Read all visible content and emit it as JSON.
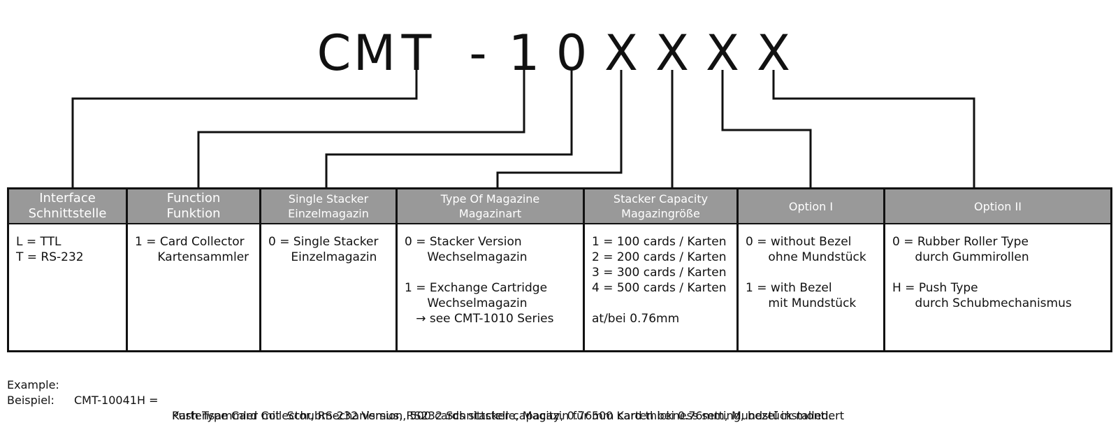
{
  "code": {
    "chars": [
      "C",
      "M",
      "T",
      "-",
      "1",
      "0",
      "X",
      "X",
      "X",
      "X"
    ]
  },
  "columns": [
    {
      "head": [
        "Interface",
        "Schnittstelle"
      ],
      "lines": [
        "L = TTL",
        "T = RS-232"
      ]
    },
    {
      "head": [
        "Function",
        "Funktion"
      ],
      "lines": [
        "1 = Card Collector",
        "      Kartensammler"
      ]
    },
    {
      "head": [
        "Single Stacker",
        "Einzelmagazin"
      ],
      "lines": [
        "0 = Single Stacker",
        "      Einzelmagazin"
      ]
    },
    {
      "head": [
        "Type Of Magazine",
        "Magazinart"
      ],
      "lines": [
        "0 = Stacker Version",
        "      Wechselmagazin",
        "",
        "1 = Exchange Cartridge",
        "      Wechselmagazin",
        "   → see CMT-1010 Series"
      ]
    },
    {
      "head": [
        "Stacker Capacity",
        "Magazingröße"
      ],
      "lines": [
        "1 = 100 cards / Karten",
        "2 = 200 cards / Karten",
        "3 = 300 cards / Karten",
        "4 = 500 cards / Karten",
        "",
        "at/bei 0.76mm"
      ]
    },
    {
      "head": [
        "Option I"
      ],
      "lines": [
        "0 = without Bezel",
        "      ohne Mundstück",
        "",
        "1 = with Bezel",
        "      mit Mundstück"
      ]
    },
    {
      "head": [
        "Option II"
      ],
      "lines": [
        "0 = Rubber Roller Type",
        "      durch Gummirollen",
        "",
        "H = Push Type",
        "      durch Schubmechanismus"
      ]
    }
  ],
  "example": {
    "label_en": "Example:",
    "code": "CMT-10041H =",
    "text_en": "Push Type Card Collector, RS-232 Version, 500 cards stacker capacity, 0.76mm card thickness setting, bezel installed.",
    "label_de": "Beispiel:",
    "text_de": "Kartensammler mit  Schubmechanismus, RS232 Schnittstelle, Magazin für 500 Karten bei 0.76mm, Mundstück montiert"
  }
}
